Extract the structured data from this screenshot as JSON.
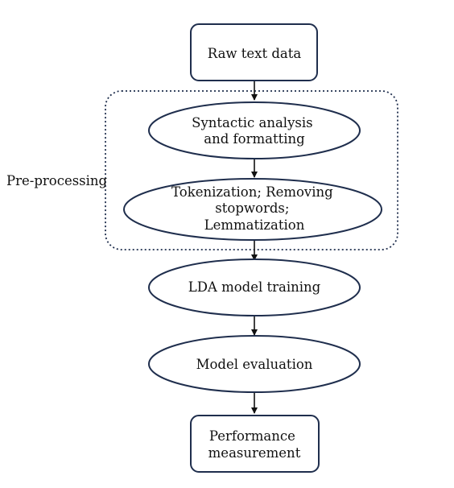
{
  "diagram": {
    "group_label": "Pre-processing",
    "nodes": {
      "raw_text": {
        "lines": [
          "Raw text data"
        ]
      },
      "syntactic": {
        "lines": [
          "Syntactic analysis",
          "and formatting"
        ]
      },
      "tokenization": {
        "lines": [
          "Tokenization; Removing",
          "stopwords;",
          "Lemmatization"
        ]
      },
      "lda": {
        "lines": [
          "LDA model training"
        ]
      },
      "evaluation": {
        "lines": [
          "Model evaluation"
        ]
      },
      "performance": {
        "lines": [
          "Performance",
          "measurement"
        ]
      }
    },
    "colors": {
      "stroke": "#1f2e4d",
      "arrow": "#111111",
      "text": "#111111"
    }
  }
}
